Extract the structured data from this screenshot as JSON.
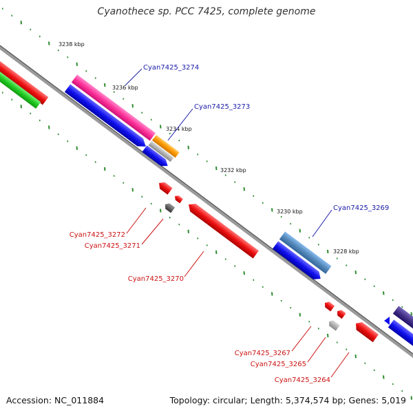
{
  "title": "Cyanothece sp. PCC 7425, complete genome",
  "accession": "Accession: NC_011884",
  "topology_text": "Topology: circular; Length: 5,374,574 bp; Genes: 5,019",
  "colors": {
    "backbone": "#7a7a7a",
    "ticks": "#2e8b2e",
    "label_forward": "#1a1aaa",
    "label_reverse": "#cc1111",
    "cds_forward": "#1111ee",
    "cds_reverse": "#ee1111",
    "pink": "#ff3399",
    "orange": "#ff9900",
    "steelblue": "#5588bb",
    "green": "#22cc22",
    "darkpurple": "#443388",
    "gray": "#b0b0b0"
  },
  "scale_labels": [
    "3238 kbp",
    "3236 kbp",
    "3234 kbp",
    "3232 kbp",
    "3230 kbp",
    "3228 kbp"
  ],
  "gene_labels": [
    {
      "text": "Cyan7425_3274",
      "strand": "forward"
    },
    {
      "text": "Cyan7425_3273",
      "strand": "forward"
    },
    {
      "text": "Cyan7425_3269",
      "strand": "forward"
    },
    {
      "text": "Cyan7425_3272",
      "strand": "reverse"
    },
    {
      "text": "Cyan7425_3271",
      "strand": "reverse"
    },
    {
      "text": "Cyan7425_3270",
      "strand": "reverse"
    },
    {
      "text": "Cyan7425_3267",
      "strand": "reverse"
    },
    {
      "text": "Cyan7425_3265",
      "strand": "reverse"
    },
    {
      "text": "Cyan7425_3264",
      "strand": "reverse"
    }
  ]
}
